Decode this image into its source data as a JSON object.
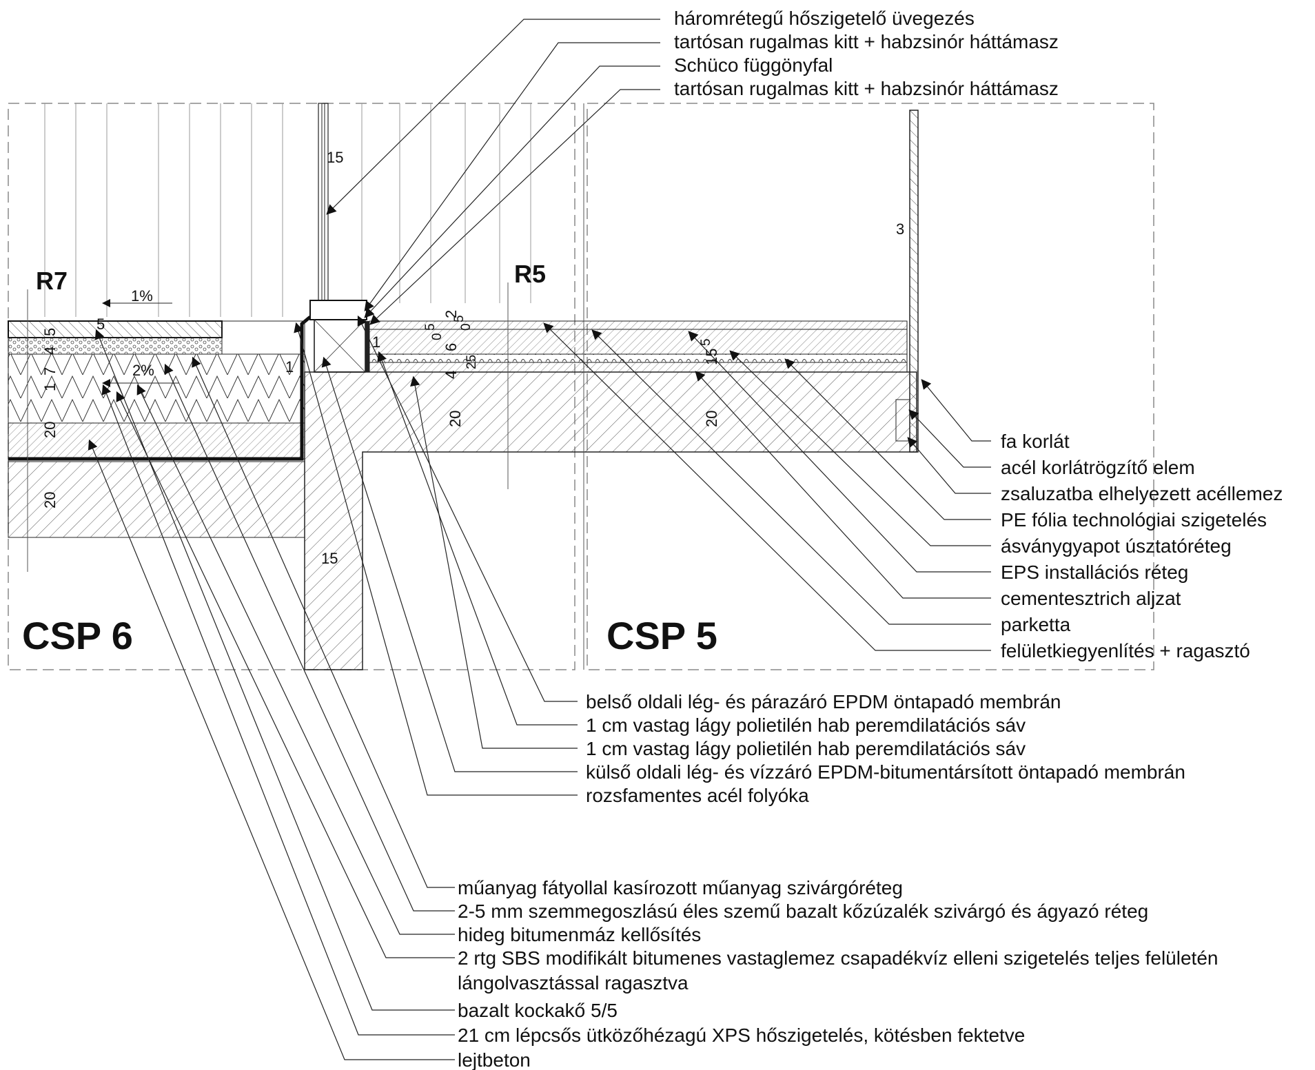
{
  "sections": {
    "csp6": "CSP 6",
    "csp5": "CSP 5",
    "r7": "R7",
    "r5": "R5"
  },
  "slopes": {
    "upper": "1%",
    "lower": "2%"
  },
  "dimensions": {
    "glass_width": "15",
    "wall_width": "15",
    "rail_3": "3",
    "left_5a": "5",
    "left_5b": "5",
    "left_4": "4",
    "left_1": "1",
    "left_7": "7",
    "left_20a": "20",
    "left_20b": "20",
    "step_1": "1",
    "gap_1": "1",
    "mid_0a": "0",
    "mid_5a": "5",
    "mid_2": "2",
    "mid_0b": "0",
    "mid_5b": "5",
    "mid_6": "6",
    "mid_25": "25",
    "mid_4": "4",
    "mid_20": "20",
    "right_15": "15",
    "right_5": "5",
    "right_20": "20"
  },
  "labels_top": [
    "háromrétegű hőszigetelő üvegezés",
    "tartósan rugalmas kitt + habzsinór háttámasz",
    "Schüco függönyfal",
    "tartósan rugalmas kitt + habzsinór háttámasz"
  ],
  "labels_right": [
    "fa korlát",
    "acél korlátrögzítő elem",
    "zsaluzatba elhelyezett acéllemez",
    "PE fólia technológiai szigetelés",
    "ásványgyapot úsztatóréteg",
    "EPS installációs réteg",
    "cementesztrich aljzat",
    "parketta",
    "felületkiegyenlítés + ragasztó"
  ],
  "labels_middle": [
    "belső oldali lég- és párazáró EPDM öntapadó membrán",
    "1 cm vastag lágy polietilén hab peremdilatációs sáv",
    "1 cm vastag lágy polietilén hab peremdilatációs sáv",
    "külső oldali lég- és vízzáró EPDM-bitumentársított öntapadó membrán",
    "rozsfamentes acél folyóka"
  ],
  "labels_bottom": [
    "műanyag fátyollal kasírozott műanyag szivárgóréteg",
    "2-5 mm szemmegoszlású éles szemű bazalt kőzúzalék szivárgó és ágyazó réteg",
    "hideg bitumenmáz kellősítés",
    "2 rtg SBS modifikált bitumenes vastaglemez csapadékvíz elleni szigetelés teljes felületén",
    "lángolvasztással ragasztva",
    "bazalt kockakő 5/5",
    "21 cm lépcsős ütközőhézagú XPS hőszigetelés, kötésben fektetve",
    "lejtbeton"
  ]
}
